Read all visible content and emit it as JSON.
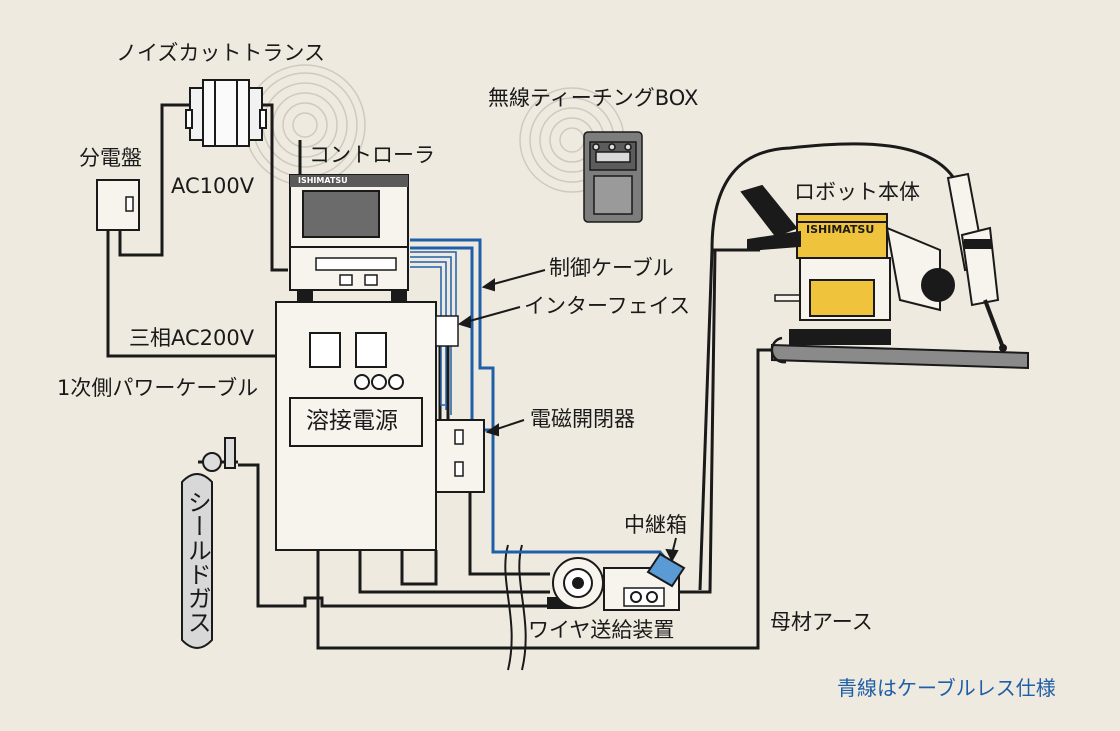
{
  "labels": {
    "noise_cut_transformer": "ノイズカットトランス",
    "distribution_board": "分電盤",
    "ac100v": "AC100V",
    "controller": "コントローラ",
    "controller_brand": "ISHIMATSU",
    "wireless_teaching_box": "無線ティーチングBOX",
    "robot_body": "ロボット本体",
    "robot_brand": "ISHIMATSU",
    "control_cable": "制御ケーブル",
    "interface": "インターフェイス",
    "three_phase_ac200v": "三相AC200V",
    "primary_power_cable": "1次側パワーケーブル",
    "welding_power_source": "溶接電源",
    "magnetic_switch": "電磁開閉器",
    "relay_box": "中継箱",
    "shield_gas": "シールドガス",
    "wire_feeder": "ワイヤ送給装置",
    "base_material_ground": "母材アース"
  },
  "note": "青線はケーブルレス仕様",
  "colors": {
    "background": "#efeadf",
    "cable_blue": "#1f5fa8",
    "line_dark": "#1a1a1a",
    "robot_yellow": "#f0c33c",
    "device_gray": "#7d7d7d",
    "gas_cylinder": "#d8d8d8"
  }
}
